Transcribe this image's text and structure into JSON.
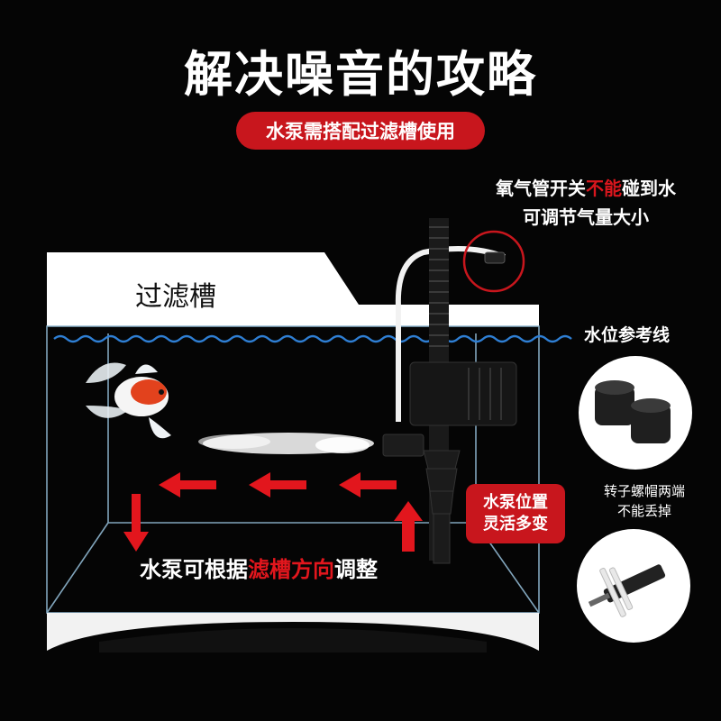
{
  "header": {
    "title": "解决噪音的攻略",
    "subtitle_pill": "水泵需搭配过滤槽使用"
  },
  "oxygen_note": {
    "part1": "氧气管开关",
    "highlight": "不能",
    "part2": "碰到水",
    "line2": "可调节气量大小"
  },
  "tank": {
    "label": "过滤槽"
  },
  "water_level": {
    "label": "水位参考线"
  },
  "caption": {
    "part1": "水泵可根据",
    "highlight": "滤槽方向",
    "part2": "调整"
  },
  "pump_position": {
    "line1": "水泵位置",
    "line2": "灵活多变"
  },
  "rotor_cap": {
    "line1": "转子螺帽两端",
    "line2": "不能丢掉"
  },
  "colors": {
    "accent_red": "#c8161d",
    "water_line": "#2f7fd4",
    "background": "#050505"
  }
}
